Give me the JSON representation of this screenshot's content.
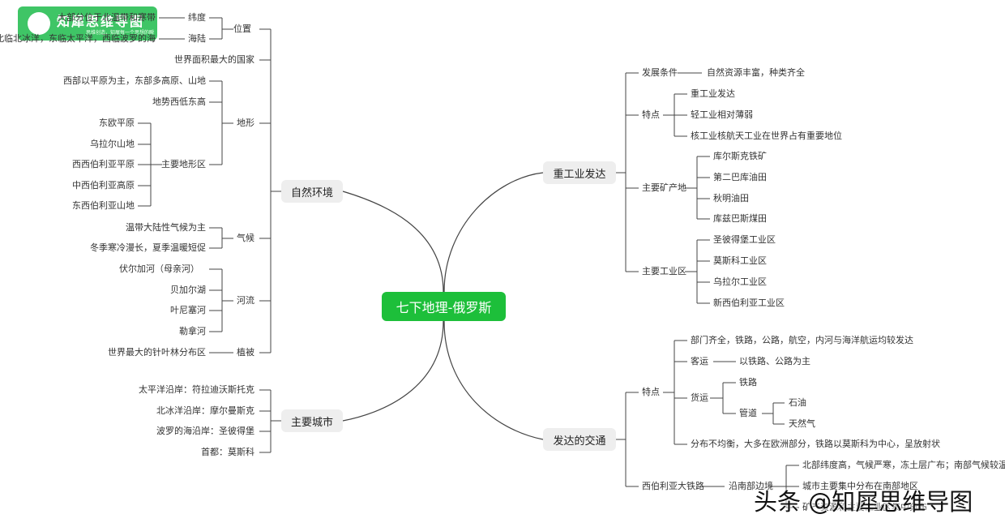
{
  "center": "七下地理-俄罗斯",
  "logo": {
    "title": "知犀思维导图",
    "subtitle": "思维创造，知犀每一个思想的瞬间"
  },
  "watermark": "头条 @知犀思维导图",
  "left": {
    "nature": {
      "label": "自然环境",
      "location": {
        "label": "位置",
        "lat": "纬度",
        "lat_val": "大部分位于北温带和寒带",
        "sea": "海陆",
        "sea_val": "北临北冰洋，东临太平洋，西临波罗的海"
      },
      "largest": "世界面积最大的国家",
      "terrain": {
        "label": "地形",
        "west": "西部以平原为主，东部多高原、山地",
        "slope": "地势西低东高",
        "regions_label": "主要地形区",
        "regions": [
          "东欧平原",
          "乌拉尔山地",
          "西西伯利亚平原",
          "中西伯利亚高原",
          "东西伯利亚山地"
        ]
      },
      "climate": {
        "label": "气候",
        "items": [
          "温带大陆性气候为主",
          "冬季寒冷漫长，夏季温暖短促"
        ]
      },
      "rivers": {
        "label": "河流",
        "items": [
          "伏尔加河（母亲河）",
          "贝加尔湖",
          "叶尼塞河",
          "勒拿河"
        ]
      },
      "vegetation": {
        "label": "植被",
        "item": "世界最大的针叶林分布区"
      }
    },
    "cities": {
      "label": "主要城市",
      "items": [
        "太平洋沿岸：符拉迪沃斯托克",
        "北冰洋沿岸：摩尔曼斯克",
        "波罗的海沿岸：圣彼得堡",
        "首都：莫斯科"
      ]
    }
  },
  "right": {
    "industry": {
      "label": "重工业发达",
      "conditions": {
        "label": "发展条件",
        "item": "自然资源丰富，种类齐全"
      },
      "features": {
        "label": "特点",
        "items": [
          "重工业发达",
          "轻工业相对薄弱",
          "核工业核航天工业在世界占有重要地位"
        ]
      },
      "mines": {
        "label": "主要矿产地",
        "items": [
          "库尔斯克铁矿",
          "第二巴库油田",
          "秋明油田",
          "库兹巴斯煤田"
        ]
      },
      "zones": {
        "label": "主要工业区",
        "items": [
          "圣彼得堡工业区",
          "莫斯科工业区",
          "乌拉尔工业区",
          "新西伯利亚工业区"
        ]
      }
    },
    "transport": {
      "label": "发达的交通",
      "features_label": "特点",
      "sectors": "部门齐全，铁路，公路，航空，内河与海洋航运均较发达",
      "passenger": {
        "label": "客运",
        "item": "以铁路、公路为主"
      },
      "freight": {
        "label": "货运",
        "rail": "铁路",
        "pipe": "管道",
        "oil": "石油",
        "gas": "天然气"
      },
      "distribution": "分布不均衡，大多在欧洲部分，铁路以莫斯科为中心，呈放射状",
      "railway": {
        "label": "西伯利亚大铁路",
        "along": "沿南部边境",
        "reasons": [
          "北部纬度高，气候严寒，冻土层广布；南部气候较温暖",
          "城市主要集中分布在南部地区",
          "矿产资源和主要工业区集中分布"
        ]
      }
    }
  }
}
